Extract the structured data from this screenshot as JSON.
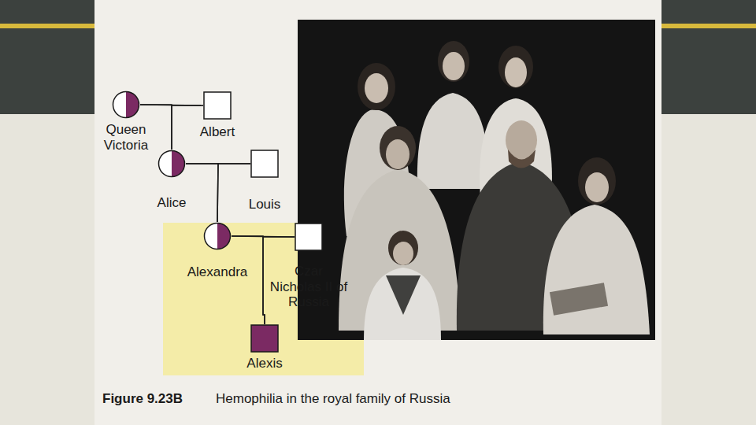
{
  "diagram": {
    "caption": "Hemophilia in the royal family of Russia",
    "nodes": [
      {
        "text": [
          "Queen Victoria"
        ]
      },
      {
        "text": [
          "Albert"
        ]
      },
      {
        "text": [
          "Alice"
        ]
      },
      {
        "text": [
          "Louis"
        ]
      },
      {
        "text": [
          "Alexandra"
        ]
      },
      {
        "text": [
          "Czar Nicholas II of Russia"
        ]
      },
      {
        "text": [
          "Alexis"
        ]
      }
    ],
    "edges": [
      {
        "from": 0,
        "to": 1,
        "arrow": "none"
      },
      {
        "from": 0,
        "to": 2,
        "arrow": "none"
      },
      {
        "from": 1,
        "to": 2,
        "arrow": "none"
      },
      {
        "from": 2,
        "to": 3,
        "arrow": "none"
      },
      {
        "from": 2,
        "to": 4,
        "arrow": "none"
      },
      {
        "from": 3,
        "to": 4,
        "arrow": "none"
      },
      {
        "from": 4,
        "to": 5,
        "arrow": "none"
      },
      {
        "from": 4,
        "to": 6,
        "arrow": "none"
      },
      {
        "from": 5,
        "to": 6,
        "arrow": "none"
      }
    ],
    "labels": [
      "Figure 9.23B"
    ]
  }
}
